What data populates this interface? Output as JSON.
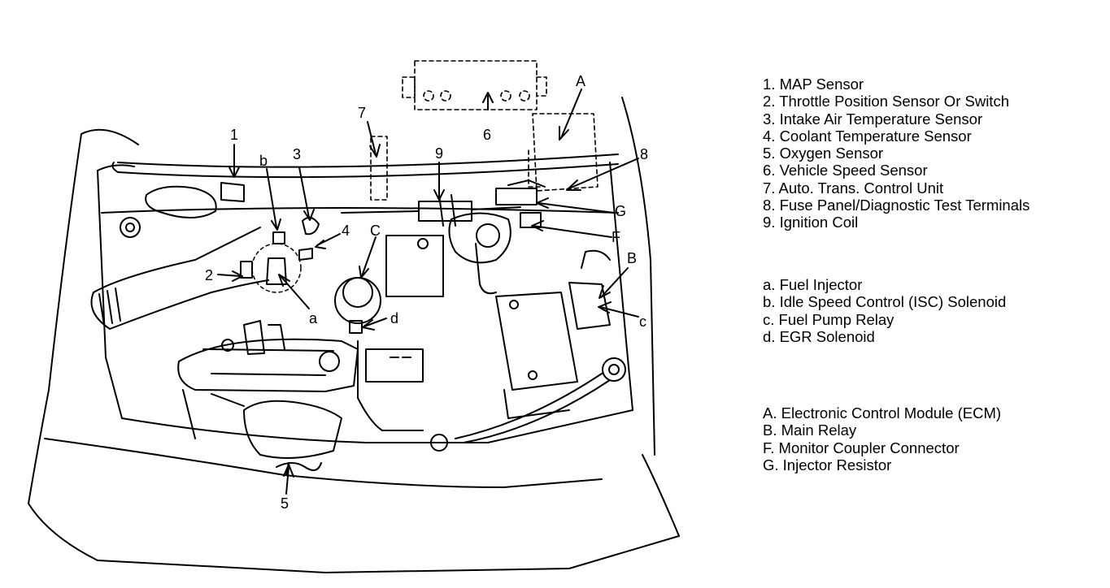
{
  "callouts": {
    "n1": "1",
    "n2": "2",
    "n3": "3",
    "n4": "4",
    "n5": "5",
    "n6": "6",
    "n7": "7",
    "n8": "8",
    "n9": "9",
    "a": "a",
    "b": "b",
    "c": "c",
    "d": "d",
    "A": "A",
    "B": "B",
    "C": "C",
    "F": "F",
    "G": "G"
  },
  "legend": {
    "numbered": [
      "1. MAP Sensor",
      "2. Throttle Position Sensor Or Switch",
      "3. Intake Air Temperature Sensor",
      "4. Coolant Temperature Sensor",
      "5. Oxygen Sensor",
      "6. Vehicle Speed Sensor",
      "7. Auto. Trans. Control Unit",
      "8. Fuse Panel/Diagnostic Test Terminals",
      "9. Ignition Coil"
    ],
    "lettered_lower": [
      "a. Fuel Injector",
      "b. Idle Speed Control (ISC) Solenoid",
      "c. Fuel Pump Relay",
      "d. EGR Solenoid"
    ],
    "lettered_upper": [
      "A. Electronic Control Module (ECM)",
      "B. Main Relay",
      "F. Monitor Coupler Connector",
      "G. Injector Resistor"
    ]
  }
}
